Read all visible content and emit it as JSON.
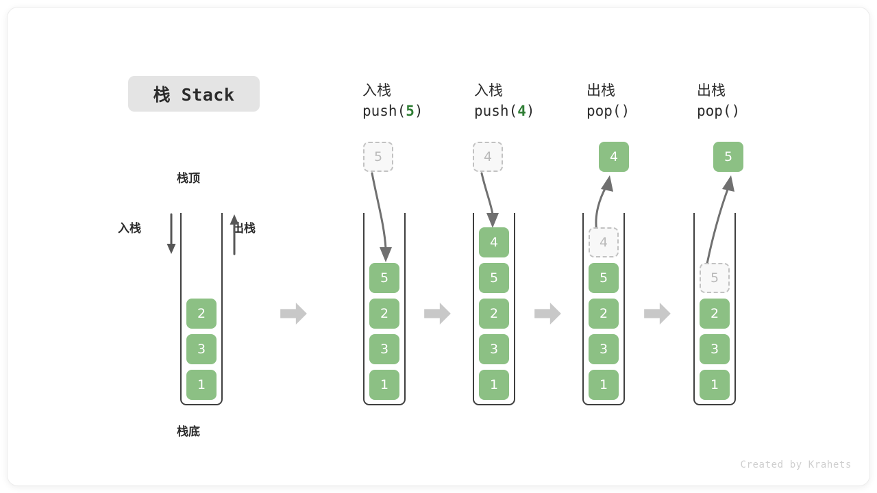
{
  "title": {
    "badge_label": "栈 Stack"
  },
  "colors": {
    "element_green": "#8cc084",
    "arg_green": "#2f7d34",
    "ghost_fill": "#f8f8f8",
    "ghost_border": "#c2c2c2",
    "ghost_text": "#b9b9b9",
    "tube_stroke": "#3f3f3f",
    "separator_gray": "#c8c8c8",
    "arrow_gray": "#6e6e6e",
    "badge_bg": "#e4e4e4",
    "text_dark": "#2b2b2b",
    "watermark": "#cfcfcf"
  },
  "base_stack": {
    "top_label": "栈顶",
    "bottom_label": "栈底",
    "push_label": "入栈",
    "pop_label": "出栈",
    "elements": [
      "2",
      "3",
      "1"
    ]
  },
  "separator_icon": "right-arrow-icon",
  "steps": [
    {
      "id": "push-5",
      "op_cn": "入栈",
      "code_prefix": "push(",
      "code_arg": "5",
      "code_suffix": ")",
      "floating": {
        "value": "5",
        "style": "ghost",
        "position": "above"
      },
      "flow_icon": "curved-down-arrow-icon",
      "stack": [
        {
          "value": "5",
          "style": "filled"
        },
        {
          "value": "2",
          "style": "filled"
        },
        {
          "value": "3",
          "style": "filled"
        },
        {
          "value": "1",
          "style": "filled"
        }
      ]
    },
    {
      "id": "push-4",
      "op_cn": "入栈",
      "code_prefix": "push(",
      "code_arg": "4",
      "code_suffix": ")",
      "floating": {
        "value": "4",
        "style": "ghost",
        "position": "above"
      },
      "flow_icon": "curved-down-arrow-icon",
      "stack": [
        {
          "value": "4",
          "style": "filled"
        },
        {
          "value": "5",
          "style": "filled"
        },
        {
          "value": "2",
          "style": "filled"
        },
        {
          "value": "3",
          "style": "filled"
        },
        {
          "value": "1",
          "style": "filled"
        }
      ]
    },
    {
      "id": "pop-1",
      "op_cn": "出栈",
      "code_prefix": "pop(",
      "code_arg": "",
      "code_suffix": ")",
      "floating": {
        "value": "4",
        "style": "filled",
        "position": "above"
      },
      "flow_icon": "curved-up-arrow-icon",
      "stack": [
        {
          "value": "4",
          "style": "ghost"
        },
        {
          "value": "5",
          "style": "filled"
        },
        {
          "value": "2",
          "style": "filled"
        },
        {
          "value": "3",
          "style": "filled"
        },
        {
          "value": "1",
          "style": "filled"
        }
      ]
    },
    {
      "id": "pop-2",
      "op_cn": "出栈",
      "code_prefix": "pop(",
      "code_arg": "",
      "code_suffix": ")",
      "floating": {
        "value": "5",
        "style": "filled",
        "position": "above"
      },
      "flow_icon": "curved-up-arrow-icon",
      "stack": [
        {
          "value": "5",
          "style": "ghost"
        },
        {
          "value": "2",
          "style": "filled"
        },
        {
          "value": "3",
          "style": "filled"
        },
        {
          "value": "1",
          "style": "filled"
        }
      ]
    }
  ],
  "watermark": "Created by Krahets"
}
